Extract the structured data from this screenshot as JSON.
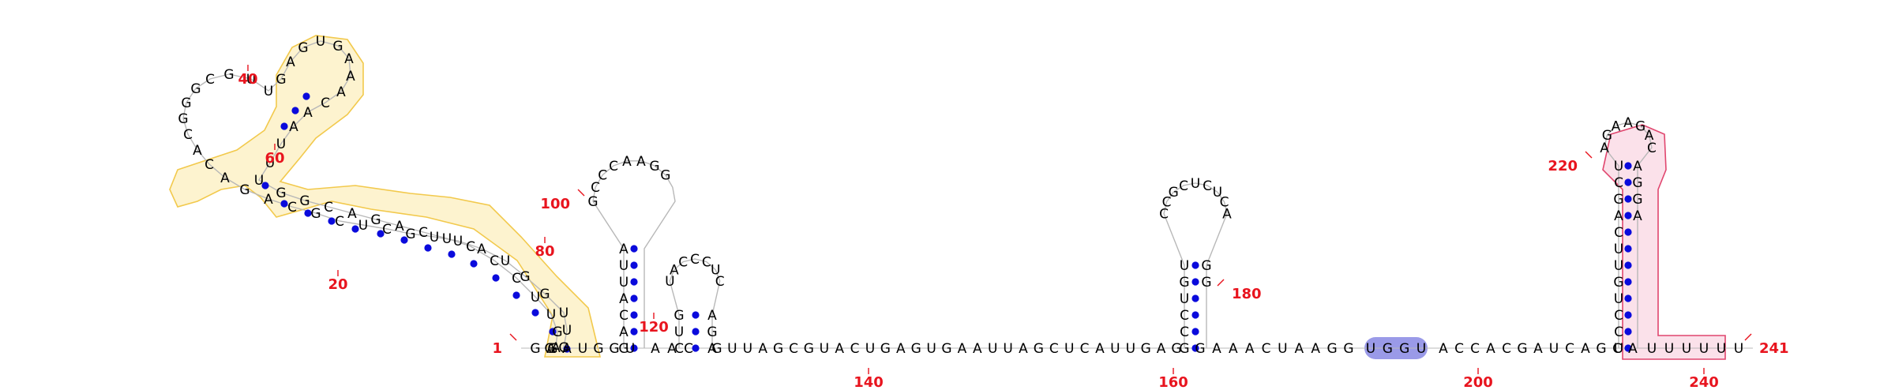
{
  "colors": {
    "base": "#000000",
    "pair_dot": "#0a0adc",
    "index_label": "#e8141e",
    "backbone_tick": "#b8b8b8",
    "highlight_yellow_fill": "#fdf3cf",
    "highlight_yellow_stroke": "#f2c94c",
    "highlight_blue_fill": "#9a9ae8",
    "highlight_pink_fill": "#fbe1ea",
    "highlight_pink_stroke": "#e0466e"
  },
  "structure": {
    "molecule_length": 241,
    "index_labels": [
      "1",
      "20",
      "40",
      "60",
      "80",
      "100",
      "120",
      "140",
      "160",
      "180",
      "200",
      "220",
      "240",
      "241"
    ],
    "highlighted_regions": [
      "yellow",
      "blue",
      "pink"
    ],
    "blocks": [
      {
        "role": "hairpin-1",
        "seq": "GUUGGUAUUGCUCGCAGACACGGGCGUUGAGUGAAACAAUUUGGCAGACUCCCUUGAGG"
      },
      {
        "role": "hairpin-2",
        "seq": "GACAUUAGCCCAAGG"
      },
      {
        "role": "hairpin-3",
        "seq": "CUGUACCCUCAGA"
      },
      {
        "role": "hairpin-4",
        "seq": "GCCUGUCCGCUCUCAGG"
      },
      {
        "role": "hairpin-5",
        "seq": "UCCUGUUCAGCUAGAAGACAGGA"
      }
    ],
    "baseline_segments": [
      {
        "role": "5-prime-start",
        "seq": "GA"
      },
      {
        "role": "linker-a",
        "seq": "AUGGU"
      },
      {
        "role": "linker-b",
        "seq": "AAC"
      },
      {
        "role": "central-strand",
        "seq": "GUUAGCGUACUGAGUGAAUUAGCUCAUUGAG"
      },
      {
        "role": "strand-after-hairpin-4",
        "seq": "GAAACUAAGG"
      },
      {
        "role": "blue-highlighted",
        "seq": "UGGU"
      },
      {
        "role": "strand-before-hairpin-5",
        "seq": "ACCACGAUCAGCA"
      },
      {
        "role": "3-prime-tail",
        "seq": "UUUUUU"
      }
    ]
  }
}
